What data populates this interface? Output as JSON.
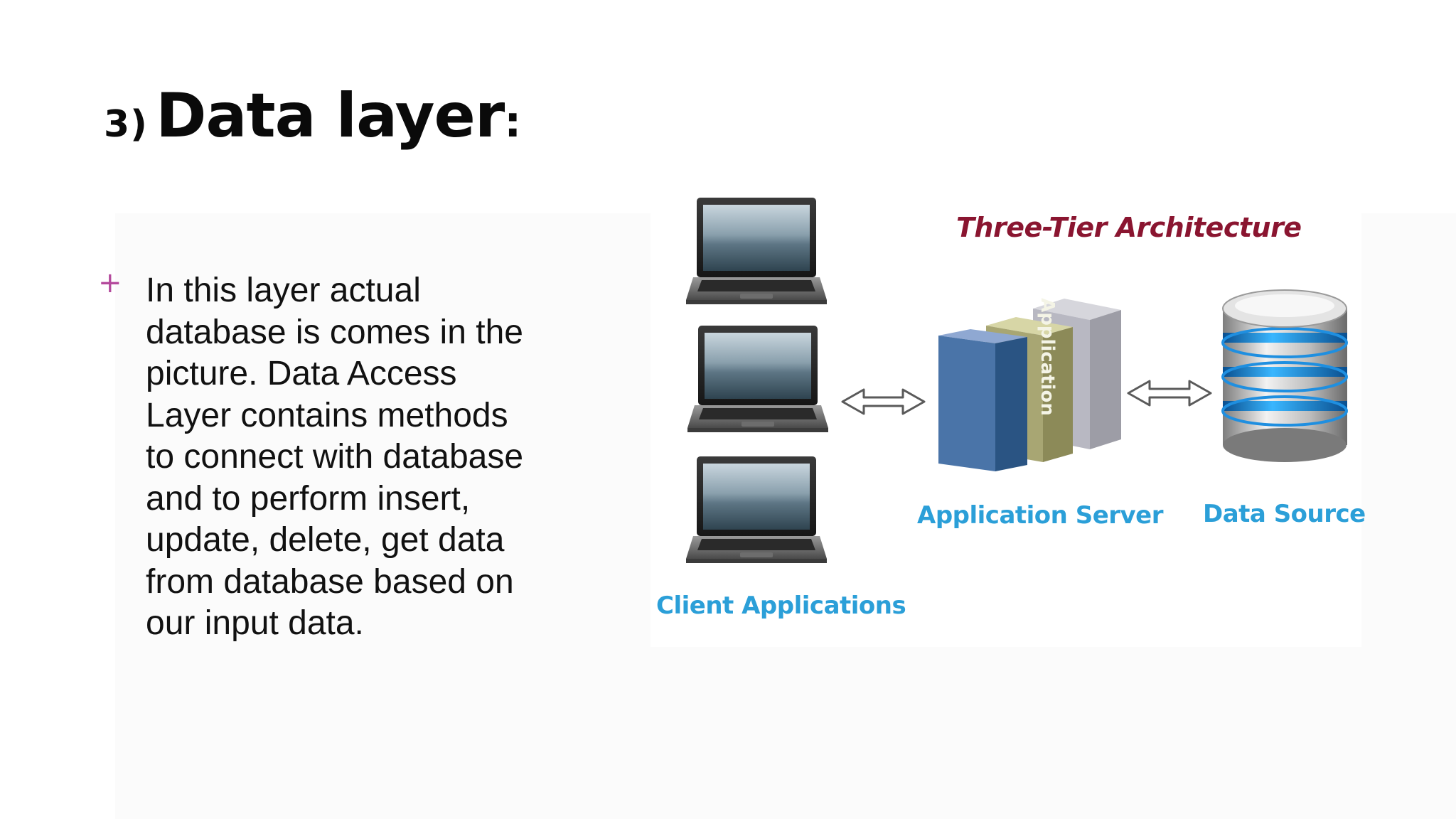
{
  "slide": {
    "title_number": "3)",
    "title_text": "Data layer",
    "title_colon": ":",
    "bullet_symbol": "+",
    "bullet_text": "In this layer actual database is comes in the picture. Data Access Layer contains methods to connect with database and to perform insert, update, delete, get data from database based on our input data."
  },
  "diagram": {
    "title": "Three-Tier Architecture",
    "client_label": "Client Applications",
    "server_label": "Application Server",
    "source_label": "Data Source",
    "book_spine_label": "Application",
    "icons": [
      "laptop-icon",
      "double-arrow-icon",
      "books-icon",
      "database-icon"
    ]
  },
  "colors": {
    "bullet": "#b4499c",
    "diagram_title": "#8a1530",
    "captions": "#2b9fd8"
  }
}
